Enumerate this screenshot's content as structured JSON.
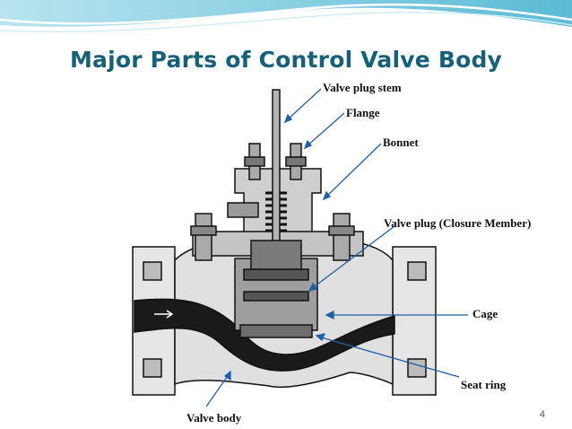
{
  "slide": {
    "title": "Major Parts of Control Valve Body",
    "page_number": "4"
  },
  "labels": {
    "valve_plug_stem": "Valve plug stem",
    "flange": "Flange",
    "bonnet": "Bonnet",
    "valve_plug": "Valve plug (Closure Member)",
    "cage": "Cage",
    "seat_ring": "Seat ring",
    "valve_body": "Valve body"
  },
  "colors": {
    "title": "#16607a",
    "leader_lines": "#1f5fa8",
    "header_wave": "#6fc6dc"
  }
}
